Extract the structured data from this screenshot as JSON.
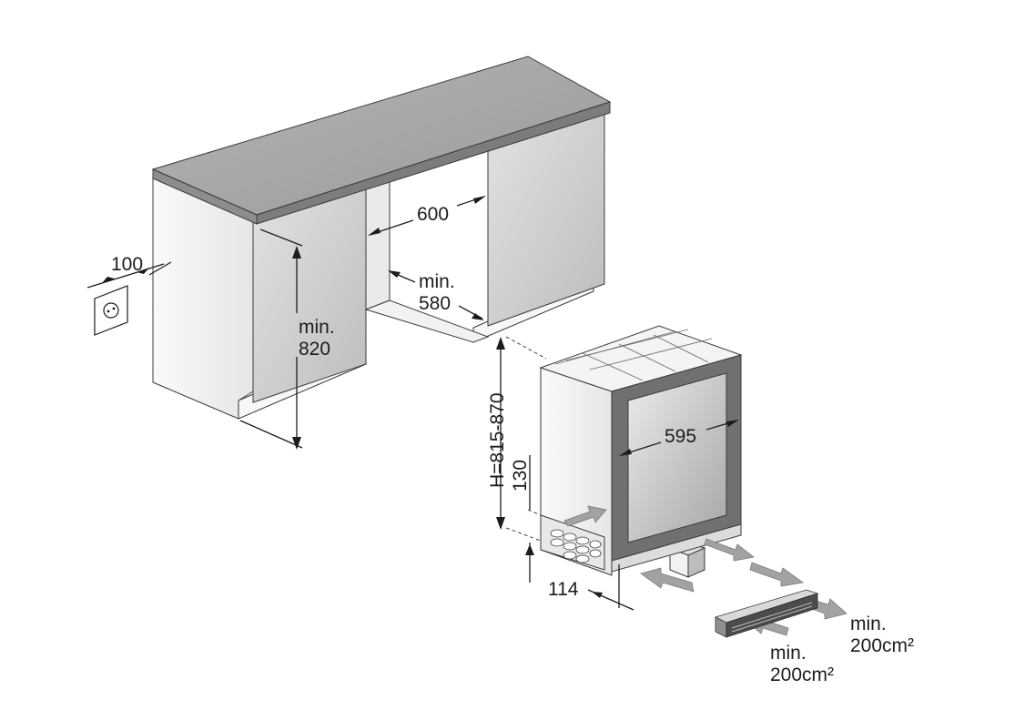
{
  "diagram": {
    "cabinet": {
      "width_label": "600",
      "depth_label_min": "min.",
      "depth_label_value": "580",
      "height_label_min": "min.",
      "height_label_value": "820",
      "socket_offset_label": "100"
    },
    "appliance": {
      "width_label": "595",
      "height_label": "H=815-870",
      "plinth_height_label": "130",
      "plinth_depth_label": "114"
    },
    "ventilation": {
      "inlet_label_min": "min.",
      "inlet_label_value": "200cm²",
      "outlet_label_min": "min.",
      "outlet_label_value": "200cm²"
    }
  },
  "colors": {
    "worktop": "#a3a3a5",
    "cabinet_panel": "#d7d7d9",
    "cabinet_front": "#f4f4f4",
    "appliance_frame": "#6f6f71",
    "arrow": "#9a9a9c",
    "line": "#1c1c1c"
  }
}
